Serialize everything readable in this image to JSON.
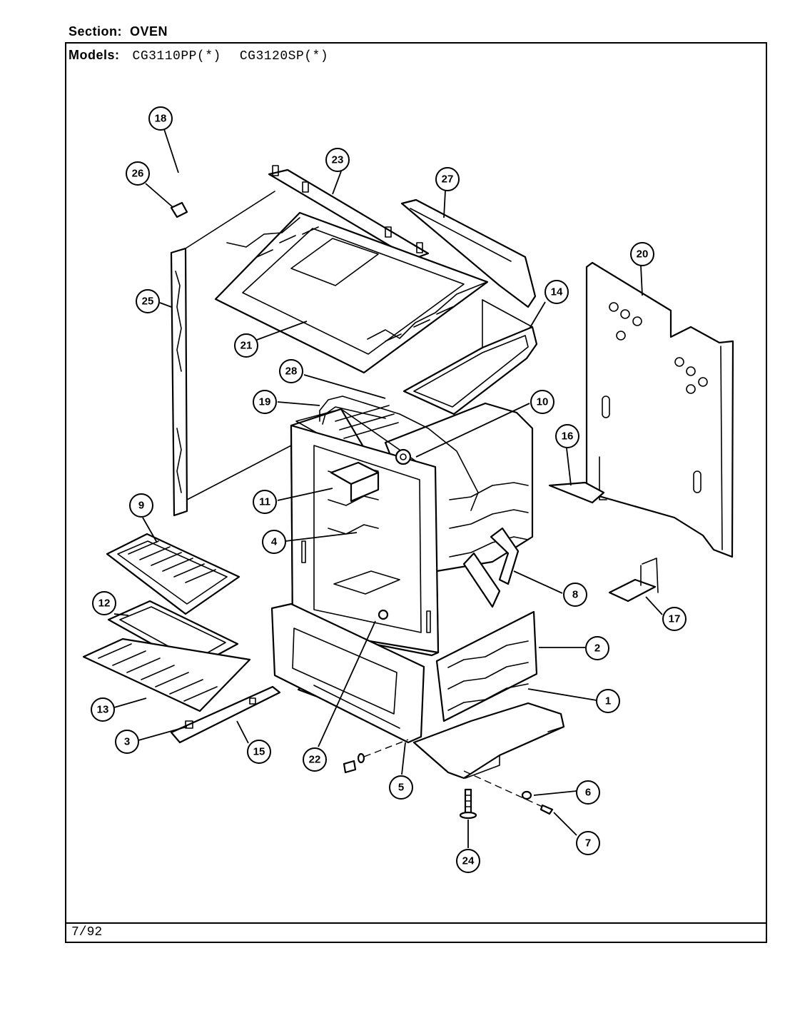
{
  "header": {
    "section_label": "Section:",
    "section_value": "OVEN",
    "models_label": "Models:",
    "models": [
      "CG3110PP(*)",
      "CG3120SP(*)"
    ]
  },
  "footer": {
    "date": "7/92"
  },
  "callouts": [
    "18",
    "26",
    "23",
    "27",
    "25",
    "21",
    "20",
    "14",
    "28",
    "19",
    "10",
    "16",
    "11",
    "9",
    "4",
    "8",
    "12",
    "17",
    "2",
    "13",
    "1",
    "3",
    "15",
    "22",
    "5",
    "6",
    "7",
    "24"
  ]
}
